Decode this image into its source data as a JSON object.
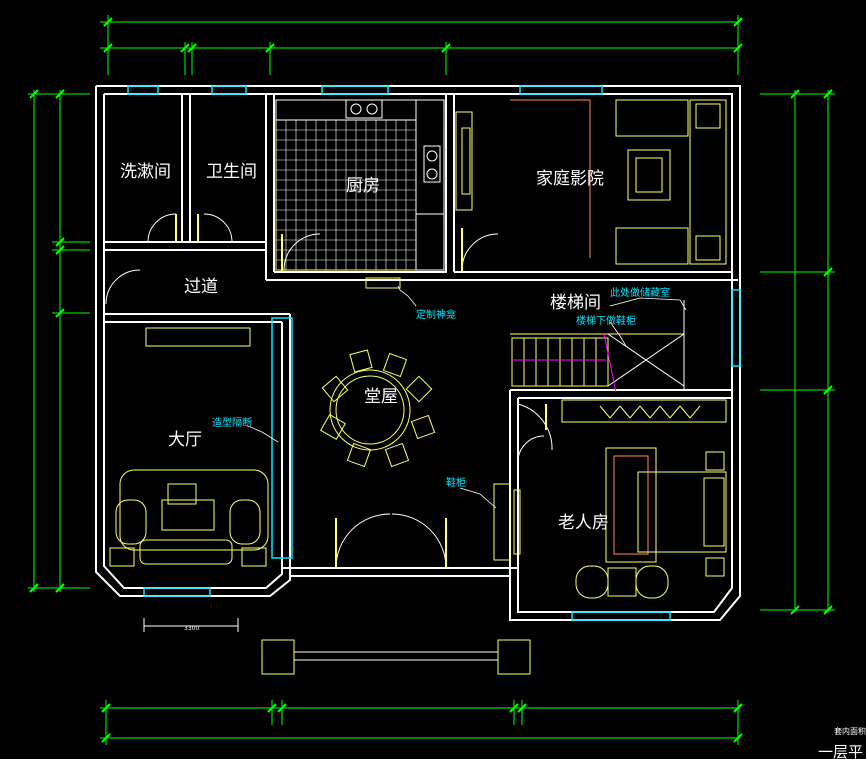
{
  "rooms": {
    "laundry": "洗漱间",
    "bathroom": "卫生间",
    "kitchen": "厨房",
    "theater": "家庭影院",
    "corridor": "过道",
    "stair": "楼梯间",
    "hall": "堂屋",
    "living": "大厅",
    "elder": "老人房"
  },
  "notes": {
    "cabinet": "定制神龛",
    "storage": "此处做储藏室",
    "shoe_under_stair": "楼梯下做鞋柜",
    "partition": "造型隔断",
    "shoe_cabinet": "鞋柜"
  },
  "title": {
    "small": "套内面积",
    "main": "一层平"
  },
  "dimension_text": "3300",
  "colors": {
    "wall": "#ffffff",
    "dimension": "#00ff00",
    "furniture": "#ffff66",
    "window": "#00e5ff",
    "stair": "#ff00ff"
  }
}
